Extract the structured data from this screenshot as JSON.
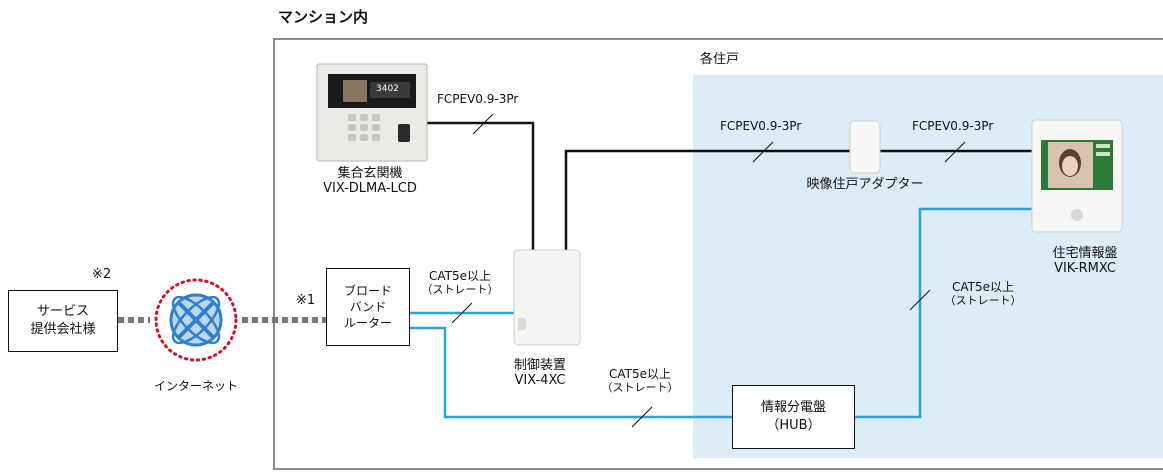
{
  "regions": {
    "mansion": "マンション内",
    "unit": "各住戸"
  },
  "devices": {
    "entrance_name": "集合玄関機",
    "entrance_model": "VIX-DLMA-LCD",
    "entrance_screen_number": "3402",
    "control_name": "制御装置",
    "control_model": "VIX-4XC",
    "adapter_name": "映像住戸アダプター",
    "monitor_name": "住宅情報盤",
    "monitor_model": "VIK-RMXC",
    "router_lines": [
      "ブロード",
      "バンド",
      "ルーター"
    ],
    "hub_name": "情報分電盤",
    "hub_model": "（HUB）",
    "provider_lines": [
      "サービス",
      "提供会社様"
    ],
    "internet": "インターネット"
  },
  "cables": {
    "fcpev_entrance": "FCPEV0.9-3Pr",
    "fcpev_unit_left": "FCPEV0.9-3Pr",
    "fcpev_unit_right": "FCPEV0.9-3Pr",
    "cat_router": "CAT5e以上",
    "cat_router_sub": "（ストレート）",
    "cat_hub": "CAT5e以上",
    "cat_hub_sub": "（ストレート）",
    "cat_monitor": "CAT5e以上",
    "cat_monitor_sub": "（ストレート）"
  },
  "notes": {
    "note1": "※1",
    "note2": "※2"
  },
  "colors": {
    "lan_cable": "#29a3e0",
    "signal_cable": "#111111",
    "unit_background": "#dcedf8",
    "mansion_border": "#8a8a8a",
    "internet_ring": "#d0142c",
    "globe": "#2f7fd0"
  }
}
